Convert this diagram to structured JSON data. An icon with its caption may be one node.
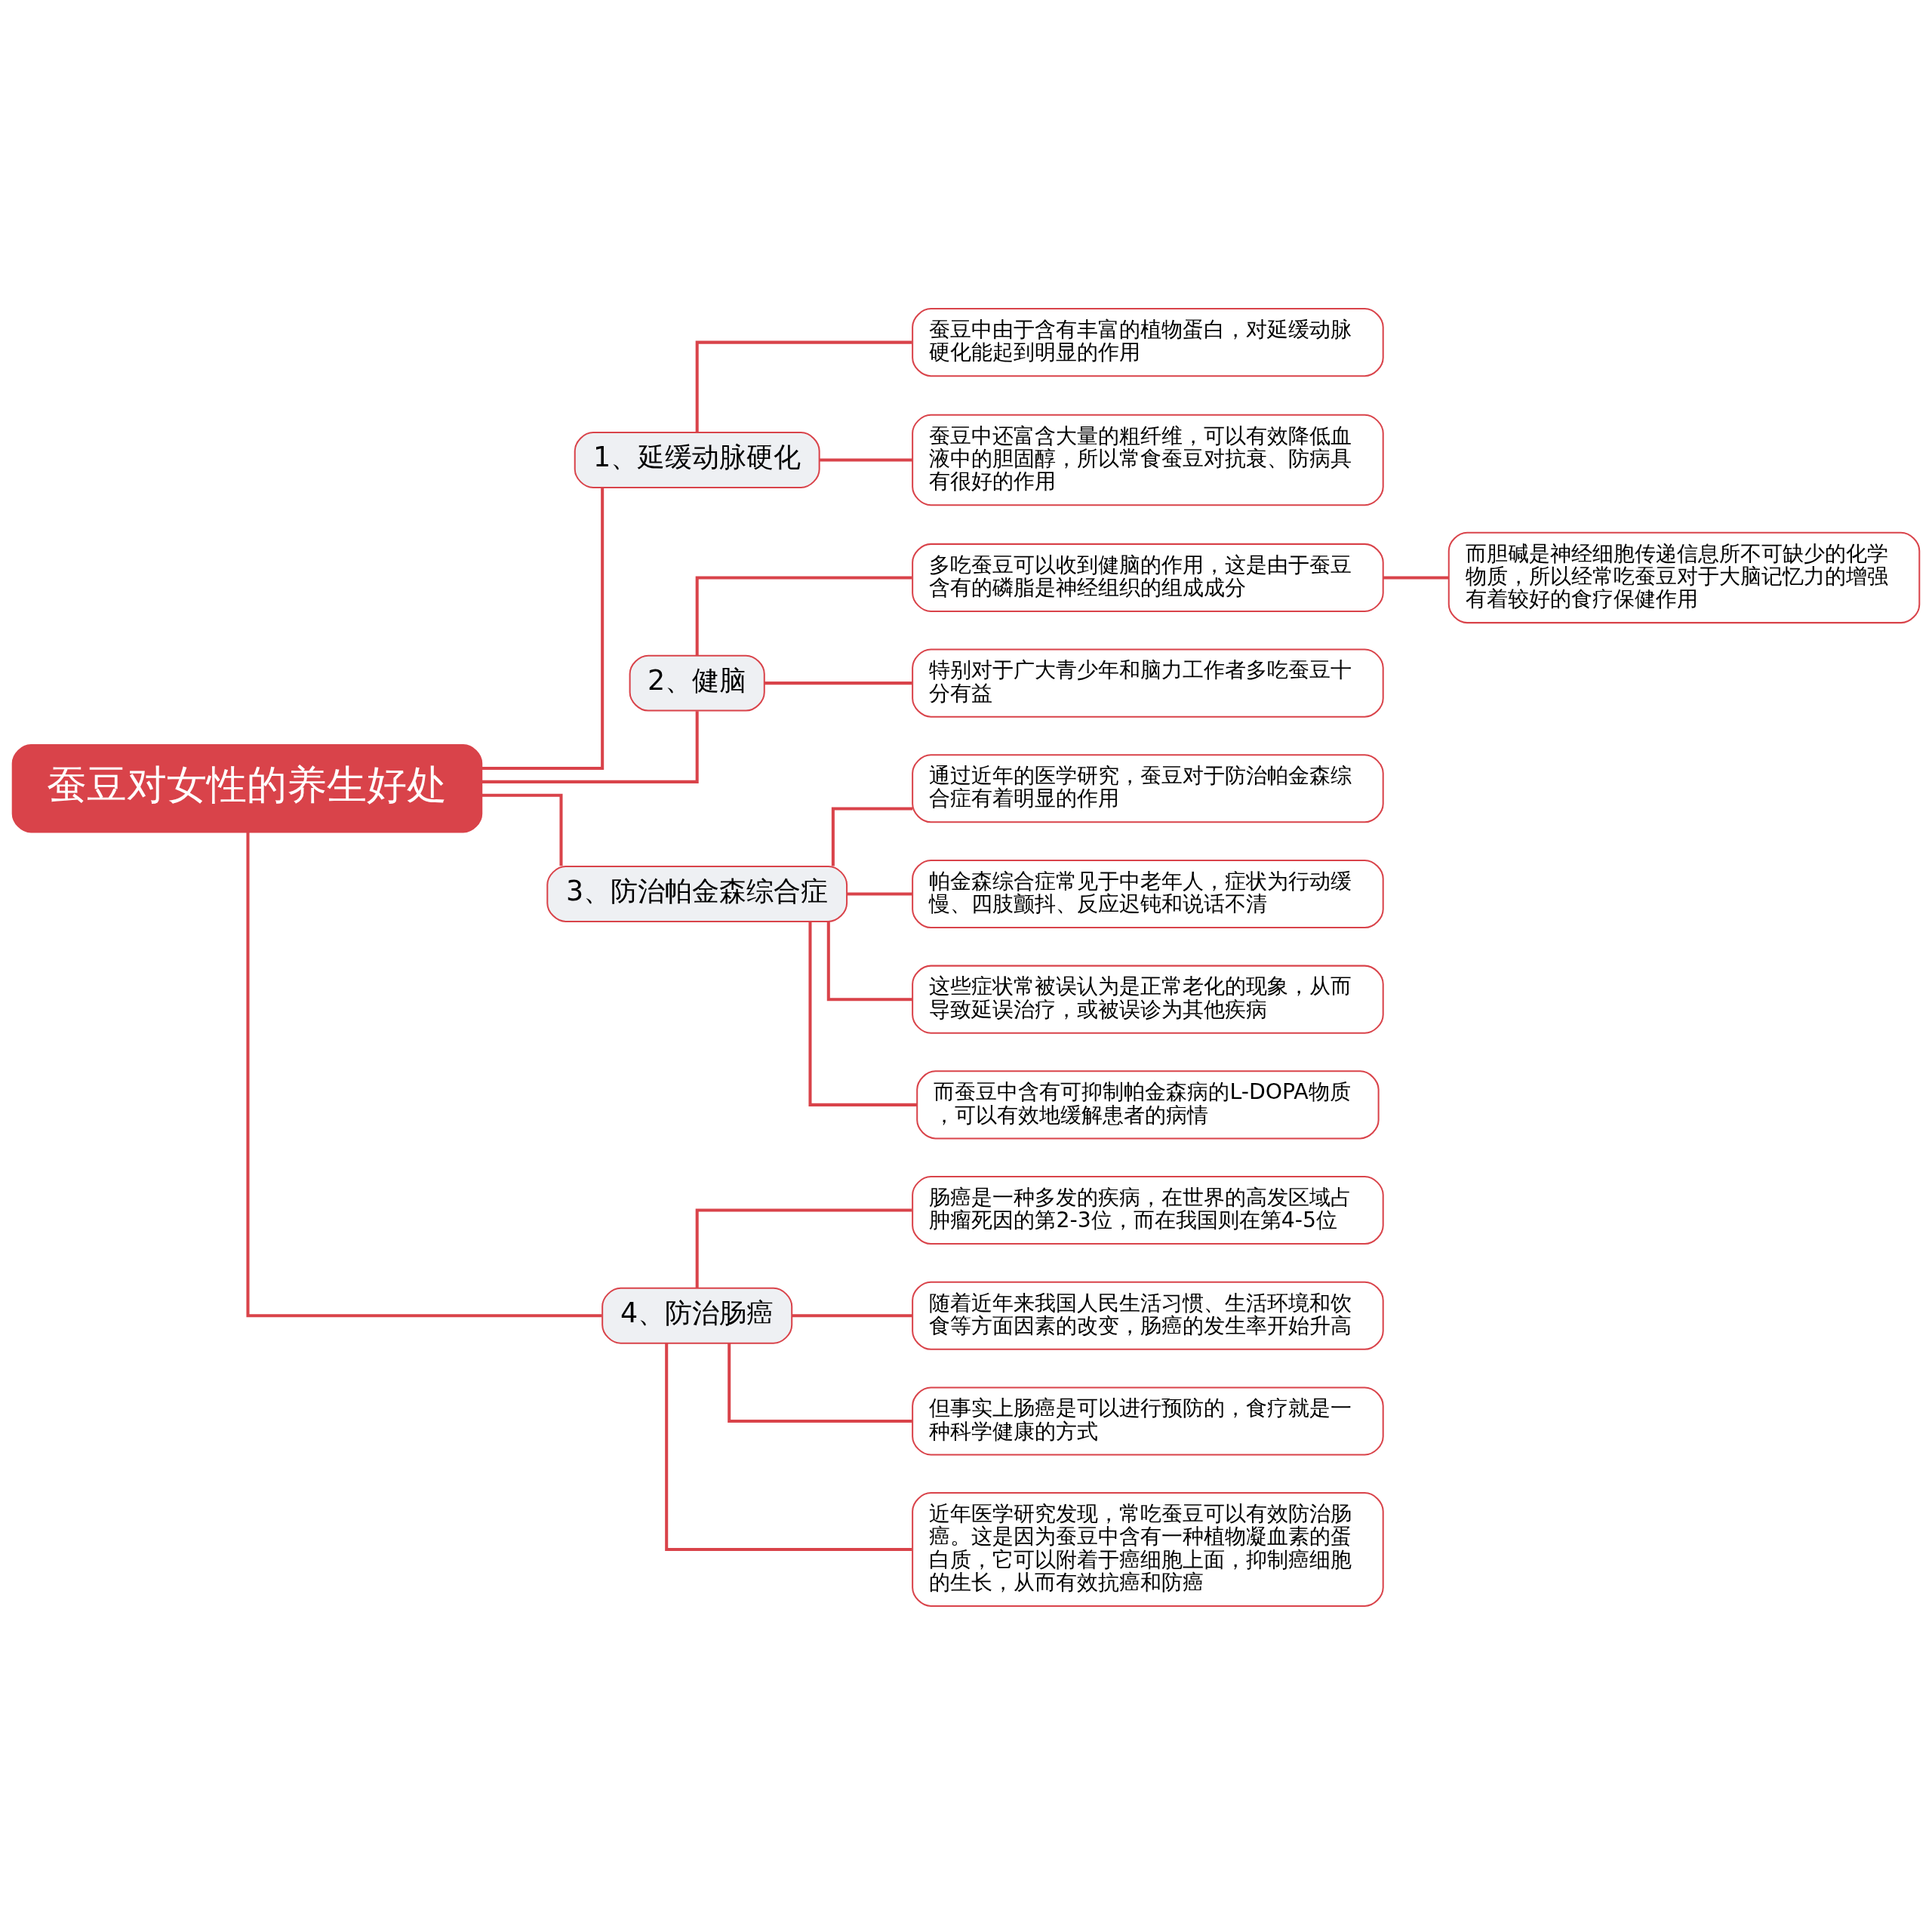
{
  "diagram": {
    "nodes": [
      {
        "text": [
          "蚕豆对女性的养生好处"
        ]
      },
      {
        "text": [
          "1、延缓动脉硬化"
        ]
      },
      {
        "text": [
          "蚕豆中由于含有丰富的植物蛋白，对延缓动脉硬化能起到明显的作用"
        ]
      },
      {
        "text": [
          "蚕豆中还富含大量的粗纤维，可以有效降低血液中的胆固醇，所以常食蚕豆对抗衰、防病具有很好的作用"
        ]
      },
      {
        "text": [
          "2、健脑"
        ]
      },
      {
        "text": [
          "多吃蚕豆可以收到健脑的作用，这是由于蚕豆含有的磷脂是神经组织的组成成分"
        ]
      },
      {
        "text": [
          "而胆碱是神经细胞传递信息所不可缺少的化学物质，所以经常吃蚕豆对于大脑记忆力的增强有着较好的食疗保健作用"
        ]
      },
      {
        "text": [
          "特别对于广大青少年和脑力工作者多吃蚕豆十分有益"
        ]
      },
      {
        "text": [
          "3、防治帕金森综合症"
        ]
      },
      {
        "text": [
          "通过近年的医学研究，蚕豆对于防治帕金森综合症有着明显的作用"
        ]
      },
      {
        "text": [
          "帕金森综合症常见于中老年人，症状为行动缓慢、四肢颤抖、反应迟钝和说话不清"
        ]
      },
      {
        "text": [
          "这些症状常被误认为是正常老化的现象，从而导致延误治疗，或被误诊为其他疾病"
        ]
      },
      {
        "text": [
          "而蚕豆中含有可抑制帕金森病的L-DOPA物质，可以有效地缓解患者的病情"
        ]
      },
      {
        "text": [
          "4、防治肠癌"
        ]
      },
      {
        "text": [
          "肠癌是一种多发的疾病，在世界的高发区域占肿瘤死因的第2-3位，而在我国则在第4-5位"
        ]
      },
      {
        "text": [
          "随着近年来我国人民生活习惯、生活环境和饮食等方面因素的改变，肠癌的发生率开始升高"
        ]
      },
      {
        "text": [
          "但事实上肠癌是可以进行预防的，食疗就是一种科学健康的方式"
        ]
      },
      {
        "text": [
          "近年医学研究发现，常吃蚕豆可以有效防治肠癌。这是因为蚕豆中含有一种植物凝血素的蛋白质，它可以附着于癌细胞上面，抑制癌细胞的生长，从而有效抗癌和防癌"
        ]
      }
    ],
    "edges": [
      {
        "from": 0,
        "to": 1,
        "arrow": "none"
      },
      {
        "from": 1,
        "to": 2,
        "arrow": "none"
      },
      {
        "from": 1,
        "to": 3,
        "arrow": "none"
      },
      {
        "from": 0,
        "to": 4,
        "arrow": "none"
      },
      {
        "from": 4,
        "to": 5,
        "arrow": "none"
      },
      {
        "from": 5,
        "to": 6,
        "arrow": "none"
      },
      {
        "from": 4,
        "to": 7,
        "arrow": "none"
      },
      {
        "from": 0,
        "to": 8,
        "arrow": "none"
      },
      {
        "from": 8,
        "to": 9,
        "arrow": "none"
      },
      {
        "from": 8,
        "to": 10,
        "arrow": "none"
      },
      {
        "from": 8,
        "to": 11,
        "arrow": "none"
      },
      {
        "from": 8,
        "to": 12,
        "arrow": "none"
      },
      {
        "from": 0,
        "to": 13,
        "arrow": "none"
      },
      {
        "from": 13,
        "to": 14,
        "arrow": "none"
      },
      {
        "from": 13,
        "to": 15,
        "arrow": "none"
      },
      {
        "from": 13,
        "to": 16,
        "arrow": "none"
      },
      {
        "from": 13,
        "to": 17,
        "arrow": "none"
      }
    ]
  }
}
